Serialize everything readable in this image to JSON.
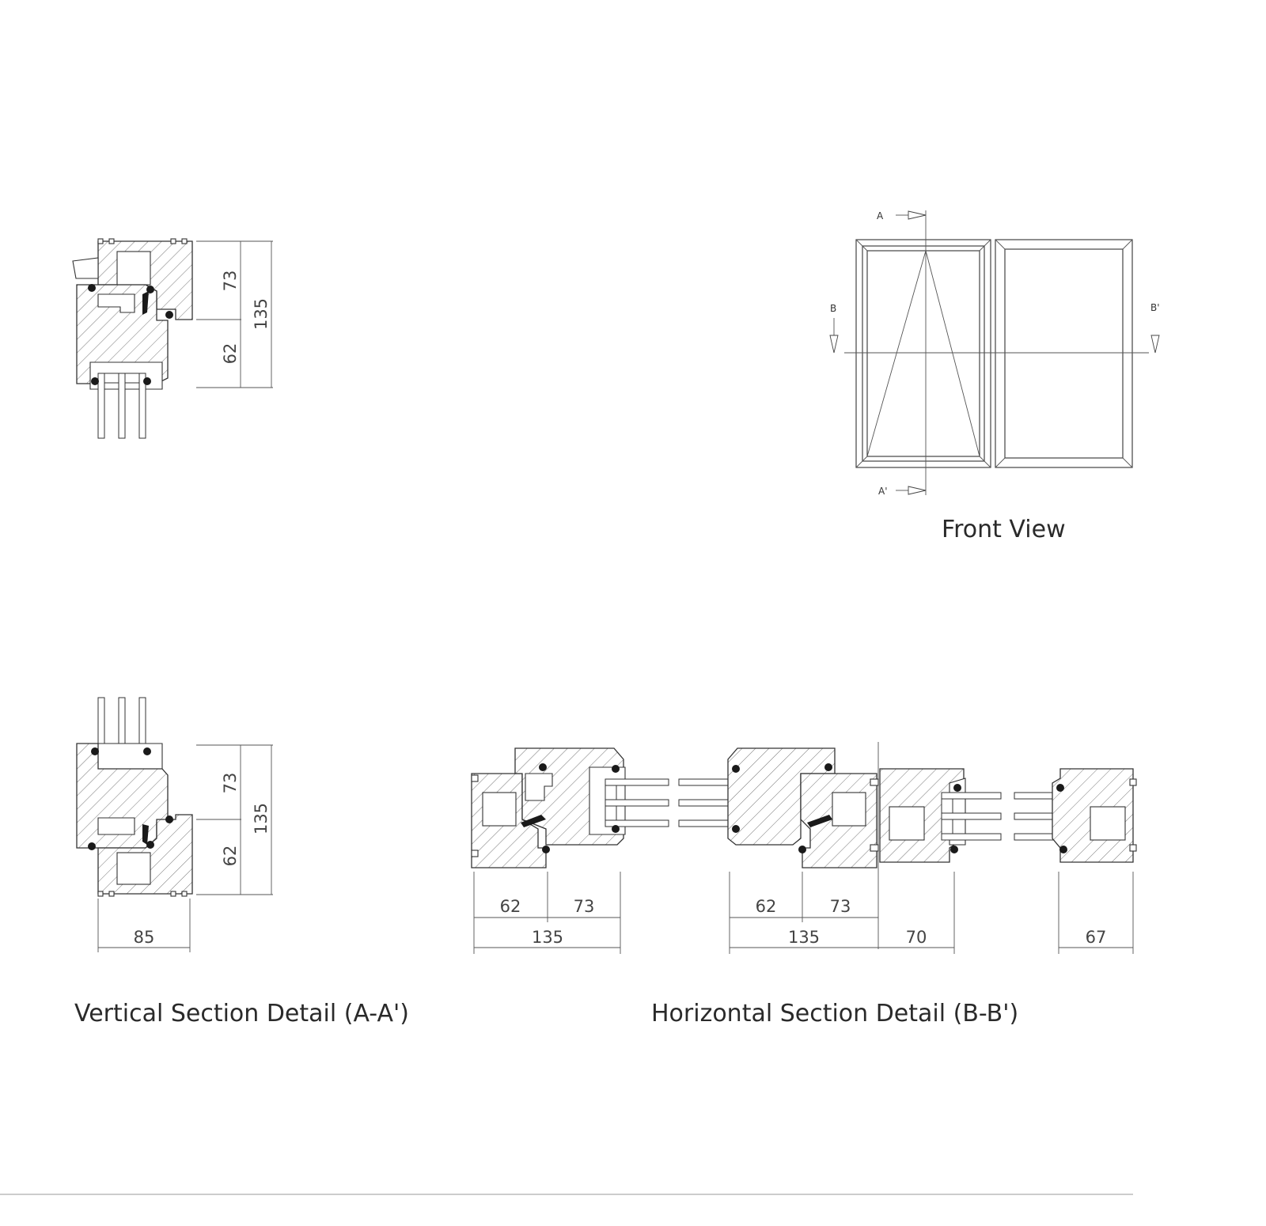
{
  "front_view": {
    "caption": "Front View",
    "markers": {
      "a": "A",
      "a_prime": "A'",
      "b": "B",
      "b_prime": "B'"
    }
  },
  "vertical_section": {
    "caption": "Vertical Section Detail (A-A')",
    "top_detail": {
      "dim_upper": "73",
      "dim_lower": "62",
      "dim_total": "135"
    },
    "bottom_detail": {
      "dim_upper": "73",
      "dim_lower": "62",
      "dim_total": "135",
      "dim_width": "85"
    }
  },
  "horizontal_section": {
    "caption": "Horizontal Section Detail (B-B')",
    "left_group": {
      "dim_a": "62",
      "dim_b": "73",
      "dim_total": "135"
    },
    "middle_group": {
      "dim_a": "62",
      "dim_b": "73",
      "dim_total": "135"
    },
    "dim_fixed_left": "70",
    "dim_fixed_right": "67"
  },
  "colors": {
    "line": "#444444",
    "gasket": "#1a1a1a",
    "background": "#ffffff"
  }
}
